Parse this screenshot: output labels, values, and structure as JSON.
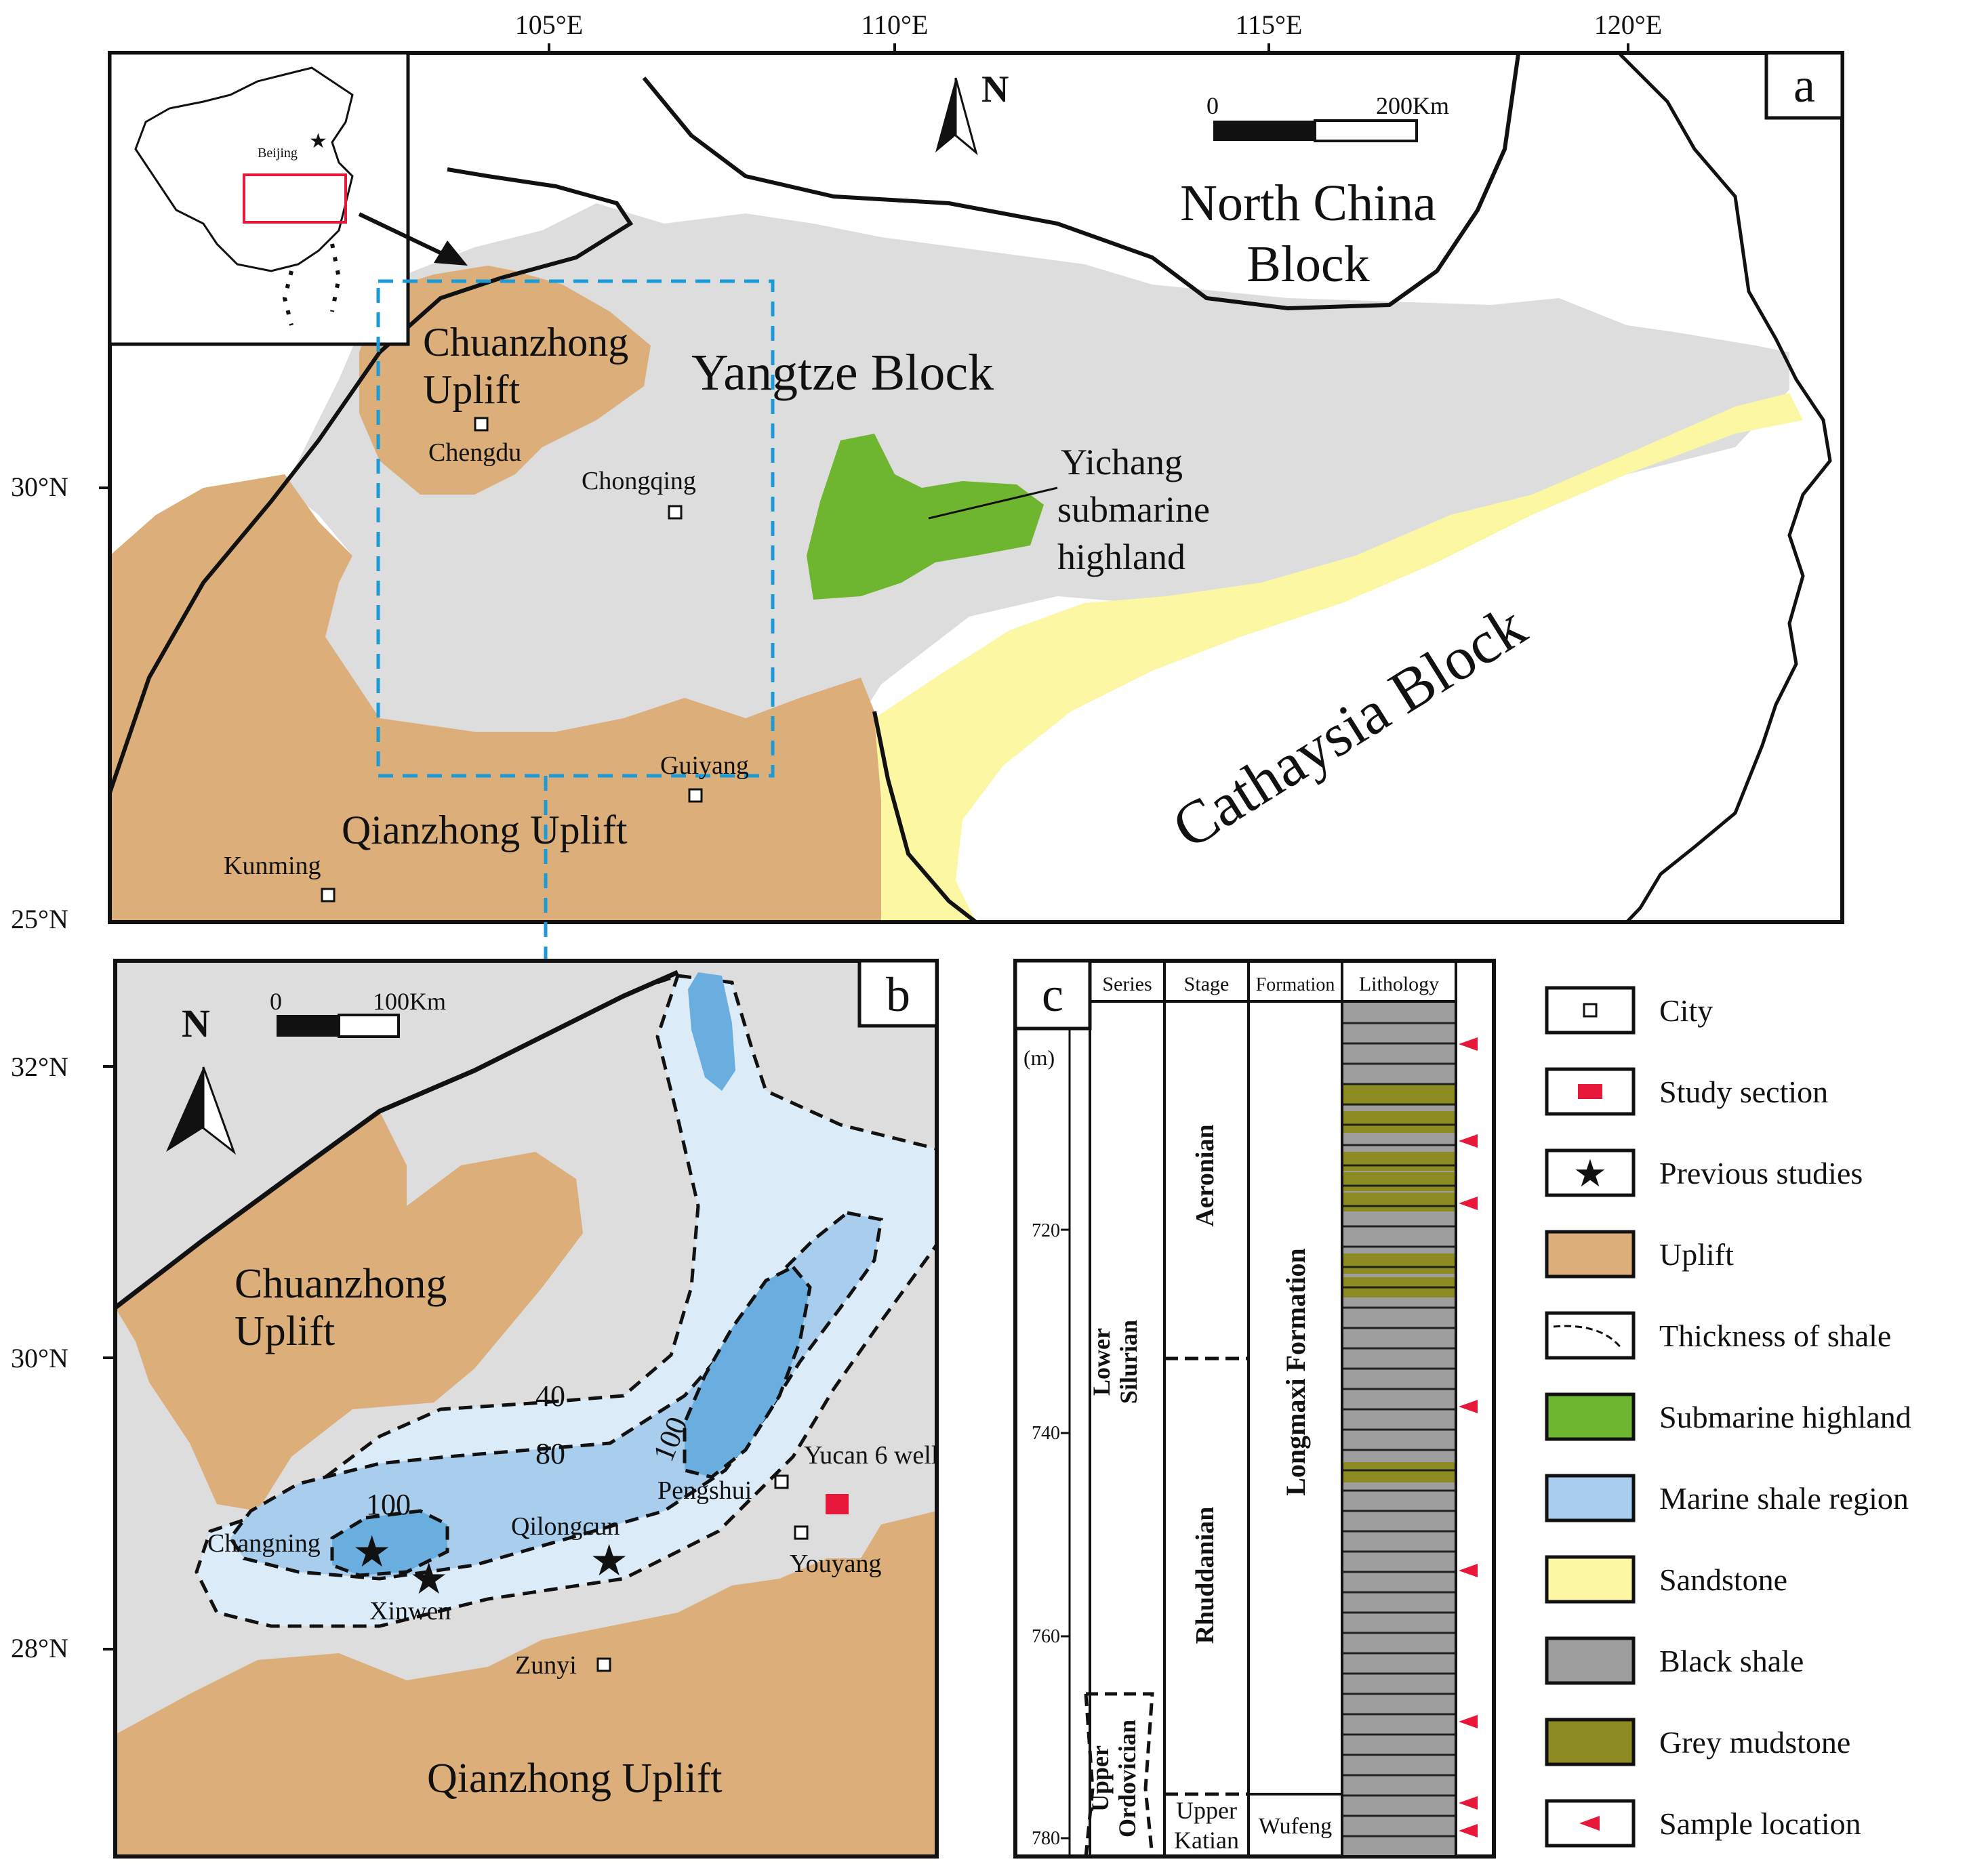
{
  "panel_a": {
    "label": "a",
    "lon_labels": [
      "105°E",
      "110°E",
      "115°E",
      "120°E"
    ],
    "lat_labels": [
      "30°N",
      "25°N"
    ],
    "north": "N",
    "scale": {
      "zero": "0",
      "end": "200Km"
    },
    "inset": {
      "city": "Beijing"
    },
    "regions": {
      "north_china_line1": "North China",
      "north_china_line2": "Block",
      "yangtze": "Yangtze Block",
      "chuanzhong_line1": "Chuanzhong",
      "chuanzhong_line2": "Uplift",
      "qianzhong": "Qianzhong Uplift",
      "yichang_line1": "Yichang",
      "yichang_line2": "submarine",
      "yichang_line3": "highland",
      "cathaysia": "Cathaysia Block"
    },
    "cities": [
      "Chengdu",
      "Chongqing",
      "Guiyang",
      "Kunming"
    ]
  },
  "panel_b": {
    "label": "b",
    "lat_labels": [
      "32°N",
      "30°N",
      "28°N"
    ],
    "north": "N",
    "scale": {
      "zero": "0",
      "end": "100Km"
    },
    "regions": {
      "chuanzhong_line1": "Chuanzhong",
      "chuanzhong_line2": "Uplift",
      "qianzhong": "Qianzhong Uplift"
    },
    "contours": [
      "40",
      "80",
      "100",
      "100"
    ],
    "places": [
      "Changning",
      "Xinwen",
      "Qilongcun",
      "Pengshui",
      "Yucan 6 well",
      "Youyang",
      "Zunyi"
    ]
  },
  "panel_c": {
    "label": "c",
    "headers": [
      "Series",
      "Stage",
      "Formation",
      "Lithology"
    ],
    "unit": "(m)",
    "depths": [
      "720",
      "740",
      "760",
      "780"
    ],
    "series": {
      "lower_line1": "Lower",
      "lower_line2": "Silurian",
      "upper_line1": "Upper",
      "upper_line2": "Ordovician"
    },
    "stages": {
      "aeronian": "Aeronian",
      "rhuddanian": "Rhuddanian",
      "katian_line1": "Upper",
      "katian_line2": "Katian"
    },
    "formations": {
      "longmaxi": "Longmaxi Formation",
      "wufeng": "Wufeng"
    }
  },
  "legend": [
    {
      "label": "City",
      "symbol": "city"
    },
    {
      "label": "Study section",
      "symbol": "study"
    },
    {
      "label": "Previous studies",
      "symbol": "star"
    },
    {
      "label": "Uplift",
      "symbol": "fill",
      "color": "#dcae7a"
    },
    {
      "label": "Thickness of shale",
      "symbol": "dash"
    },
    {
      "label": "Submarine highland",
      "symbol": "fill",
      "color": "#6eb530"
    },
    {
      "label": "Marine shale region",
      "symbol": "fill",
      "color": "#a9cdec"
    },
    {
      "label": "Sandstone",
      "symbol": "fill",
      "color": "#fbf7a3"
    },
    {
      "label": "Black shale",
      "symbol": "fill",
      "color": "#9e9e9e"
    },
    {
      "label": "Grey mudstone",
      "symbol": "fill",
      "color": "#8c8c22"
    },
    {
      "label": "Sample location",
      "symbol": "flag"
    }
  ],
  "colors": {
    "uplift": "#dcae7a",
    "yangtze": "#dddddd",
    "highland": "#6eb530",
    "sandstone": "#fbf7a3",
    "shale_light": "#dcebf8",
    "shale_mid": "#a9cdec",
    "shale_dark": "#6aaee0",
    "study": "#e8183a",
    "dashed_box": "#1a9ad6"
  }
}
